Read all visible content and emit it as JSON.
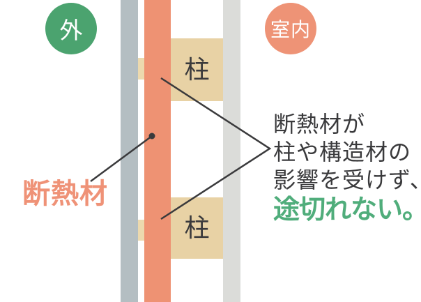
{
  "badges": {
    "outside": "外",
    "inside": "室内"
  },
  "wall": {
    "pillar_label": "柱",
    "insulation_label": "断熱材"
  },
  "annotation": {
    "lines": [
      "断熱材が",
      "柱や構造材の",
      "影響を受けず、",
      "途切れない。"
    ]
  },
  "colors": {
    "outer_wall": "#b4bec2",
    "inner_wall": "#dbdcd9",
    "insulation": "#ee9273",
    "pillar": "#e8d2a5",
    "pillar_stub": "#ecd9ae",
    "outside_badge": "#4ba36f",
    "inside_badge": "#ee9376",
    "text_dark": "#3a3a3c",
    "text_green": "#50ad7b",
    "text_salmon": "#ef9277"
  }
}
